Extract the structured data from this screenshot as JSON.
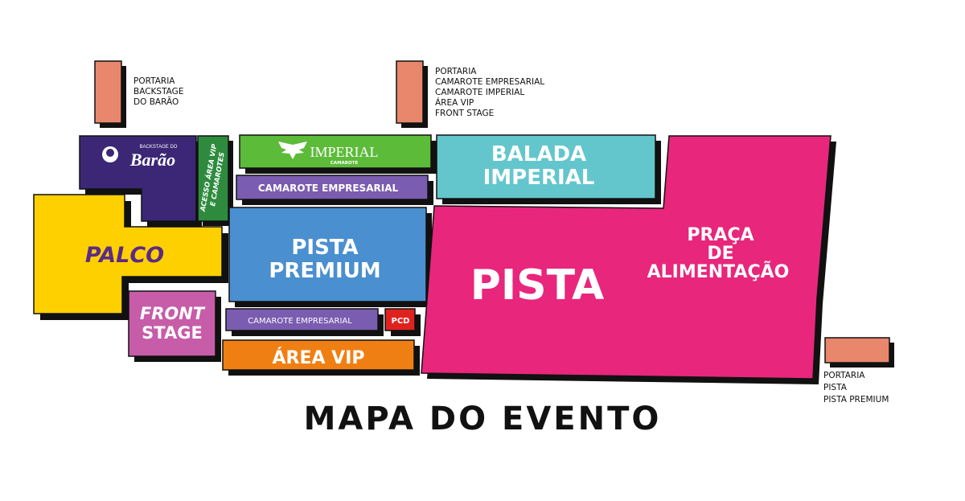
{
  "colors": {
    "palco": "#FFD000",
    "front_stage": "#C75CA8",
    "backstage": "#3B2775",
    "acesso": "#2E8B3E",
    "imperial": "#5DBB3A",
    "camarote_empresarial": "#7A5CB0",
    "pista_premium": "#4A8FD0",
    "pcd": "#E0221F",
    "area_vip": "#F07F13",
    "balada_imperial": "#63C6CC",
    "pista": "#E8267C",
    "portaria": "#E8876B",
    "shadow": "#111111",
    "palco_text": "#5B2A86"
  },
  "zones": {
    "palco": "PALCO",
    "front_stage": [
      "FRONT",
      "STAGE"
    ],
    "backstage": {
      "small": "BACKSTAGE DO",
      "script": "Barão"
    },
    "acesso": [
      "ACESSO ÁREA VIP",
      "E CAMAROTES"
    ],
    "imperial": {
      "name": "IMPERIAL",
      "sub": "CAMAROTE",
      "icon": "eagle-icon"
    },
    "camarote_top": "CAMAROTE EMPRESARIAL",
    "pista_premium": [
      "PISTA",
      "PREMIUM"
    ],
    "camarote_bottom": "CAMAROTE EMPRESARIAL",
    "pcd": "PCD",
    "area_vip": "ÁREA VIP",
    "balada_imperial": [
      "BALADA",
      "IMPERIAL"
    ],
    "pista": "PISTA",
    "praca": [
      "PRAÇA",
      "DE",
      "ALIMENTAÇÃO"
    ]
  },
  "portarias": [
    {
      "lines": [
        "PORTARIA",
        "BACKSTAGE",
        "DO BARÃO"
      ]
    },
    {
      "lines": [
        "PORTARIA",
        "CAMAROTE EMPRESARIAL",
        "CAMAROTE IMPERIAL",
        "ÁREA VIP",
        "FRONT STAGE"
      ]
    },
    {
      "lines": [
        "PORTARIA",
        "PISTA",
        "PISTA PREMIUM"
      ]
    }
  ],
  "title": "MAPA DO EVENTO"
}
